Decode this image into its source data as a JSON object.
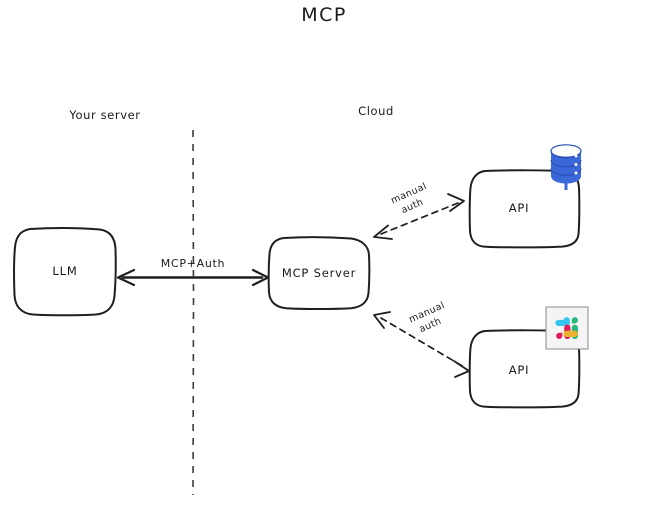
{
  "diagram": {
    "title": "MCP",
    "zones": [
      {
        "id": "left",
        "label": "Your server"
      },
      {
        "id": "right",
        "label": "Cloud"
      }
    ],
    "divider": {
      "style": "dashed",
      "orientation": "vertical"
    },
    "nodes": [
      {
        "id": "llm",
        "label": "LLM",
        "shape": "rounded-rect",
        "zone": "left"
      },
      {
        "id": "mcp-server",
        "label": "MCP Server",
        "shape": "rounded-rect",
        "zone": "right"
      },
      {
        "id": "api-db",
        "label": "API",
        "shape": "rounded-rect",
        "zone": "right",
        "icon": "database-icon"
      },
      {
        "id": "api-slack",
        "label": "API",
        "shape": "rounded-rect",
        "zone": "right",
        "icon": "slack-icon"
      }
    ],
    "edges": [
      {
        "id": "llm-mcp",
        "label": "MCP+Auth",
        "style": "solid",
        "direction": "bidirectional",
        "from": "llm",
        "to": "mcp-server"
      },
      {
        "id": "mcp-api-db",
        "label_line1": "manual",
        "label_line2": "auth",
        "style": "dashed",
        "direction": "bidirectional",
        "from": "mcp-server",
        "to": "api-db"
      },
      {
        "id": "mcp-api-slack",
        "label_line1": "manual",
        "label_line2": "auth",
        "style": "dashed",
        "direction": "bidirectional",
        "from": "mcp-server",
        "to": "api-slack"
      }
    ],
    "colors": {
      "stroke": "#1f1f1f",
      "database": "#3b68d8",
      "slack_blue": "#36c5f0",
      "slack_green": "#2eb67d",
      "slack_red": "#e01e5a",
      "slack_yellow": "#ecb22e",
      "background": "#ffffff"
    }
  }
}
